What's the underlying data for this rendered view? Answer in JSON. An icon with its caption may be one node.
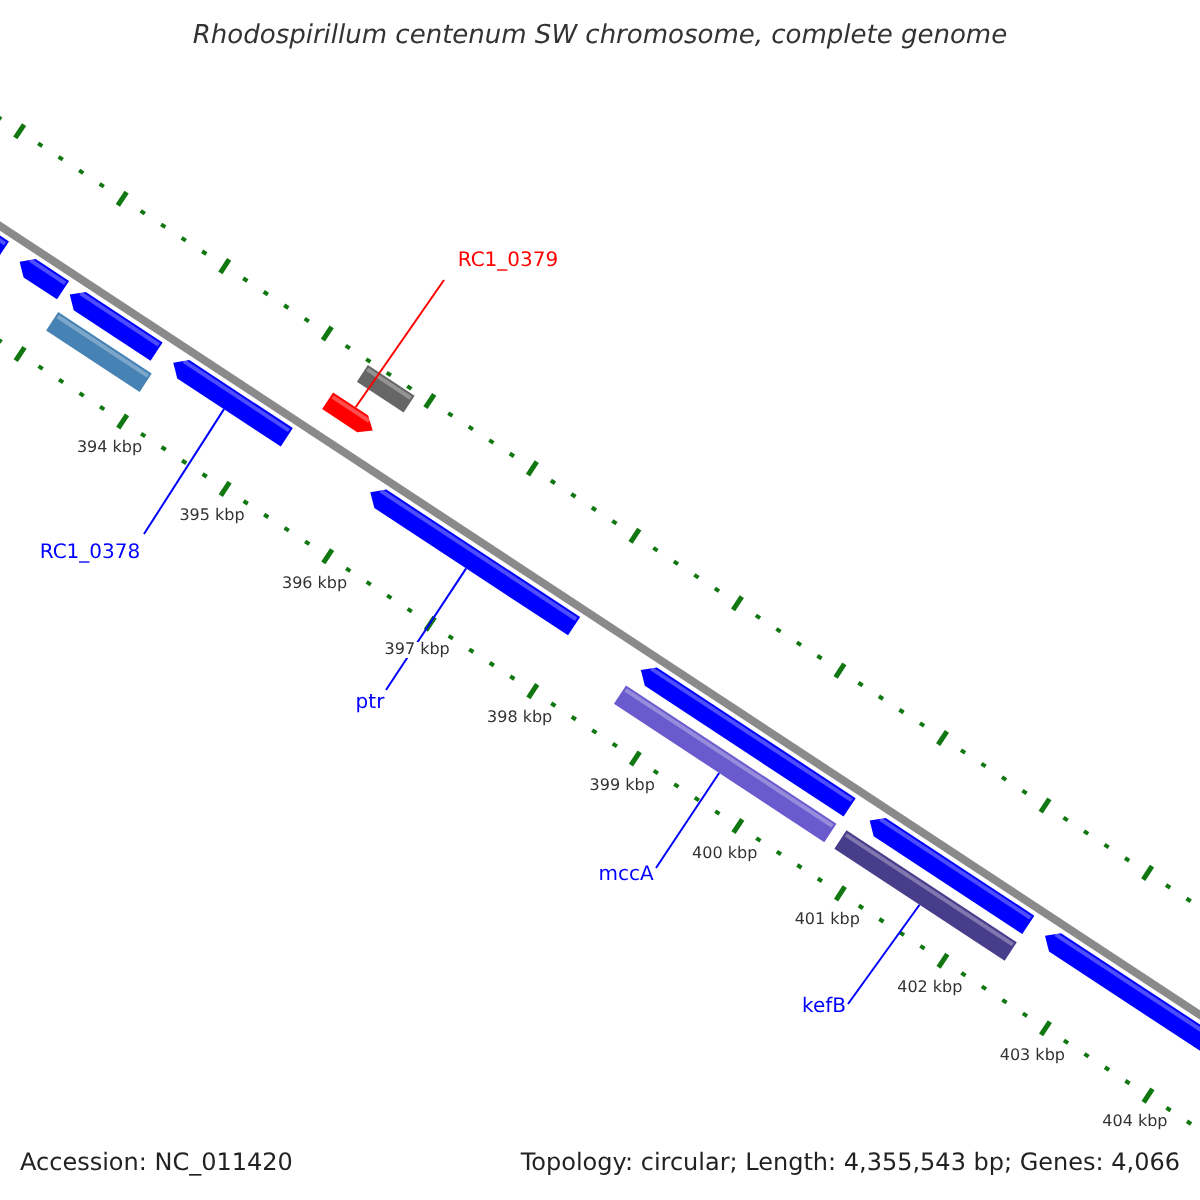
{
  "diagram": {
    "title": "Rhodospirillum centenum SW chromosome, complete genome",
    "nodes": [
      {
        "text": [
          "RC1_0379"
        ]
      },
      {
        "text": [],
        "shape": "bar"
      },
      {
        "text": [
          "RC1_0378"
        ]
      },
      {
        "text": [],
        "shape": "bar"
      },
      {
        "text": [
          "ptr"
        ]
      },
      {
        "text": [],
        "shape": "bar"
      },
      {
        "text": [
          "mccA"
        ]
      },
      {
        "text": [],
        "shape": "bar"
      },
      {
        "text": [
          "kefB"
        ]
      },
      {
        "text": [],
        "shape": "bar"
      }
    ],
    "edges": [
      {
        "from": 0,
        "to": 1,
        "arrow": "none",
        "color": "#ff0000"
      },
      {
        "from": 2,
        "to": 3,
        "arrow": "none"
      },
      {
        "from": 4,
        "to": 5,
        "arrow": "none"
      },
      {
        "from": 6,
        "to": 7,
        "arrow": "none"
      },
      {
        "from": 8,
        "to": 9,
        "arrow": "none"
      }
    ],
    "labels": [
      "394 kbp",
      "395 kbp",
      "396 kbp",
      "397 kbp",
      "398 kbp",
      "399 kbp",
      "400 kbp",
      "401 kbp",
      "402 kbp",
      "403 kbp",
      "404 kbp",
      "Accession: NC_011420",
      "Topology: circular; Length: 4,355,543 bp; Genes: 4,066"
    ]
  }
}
